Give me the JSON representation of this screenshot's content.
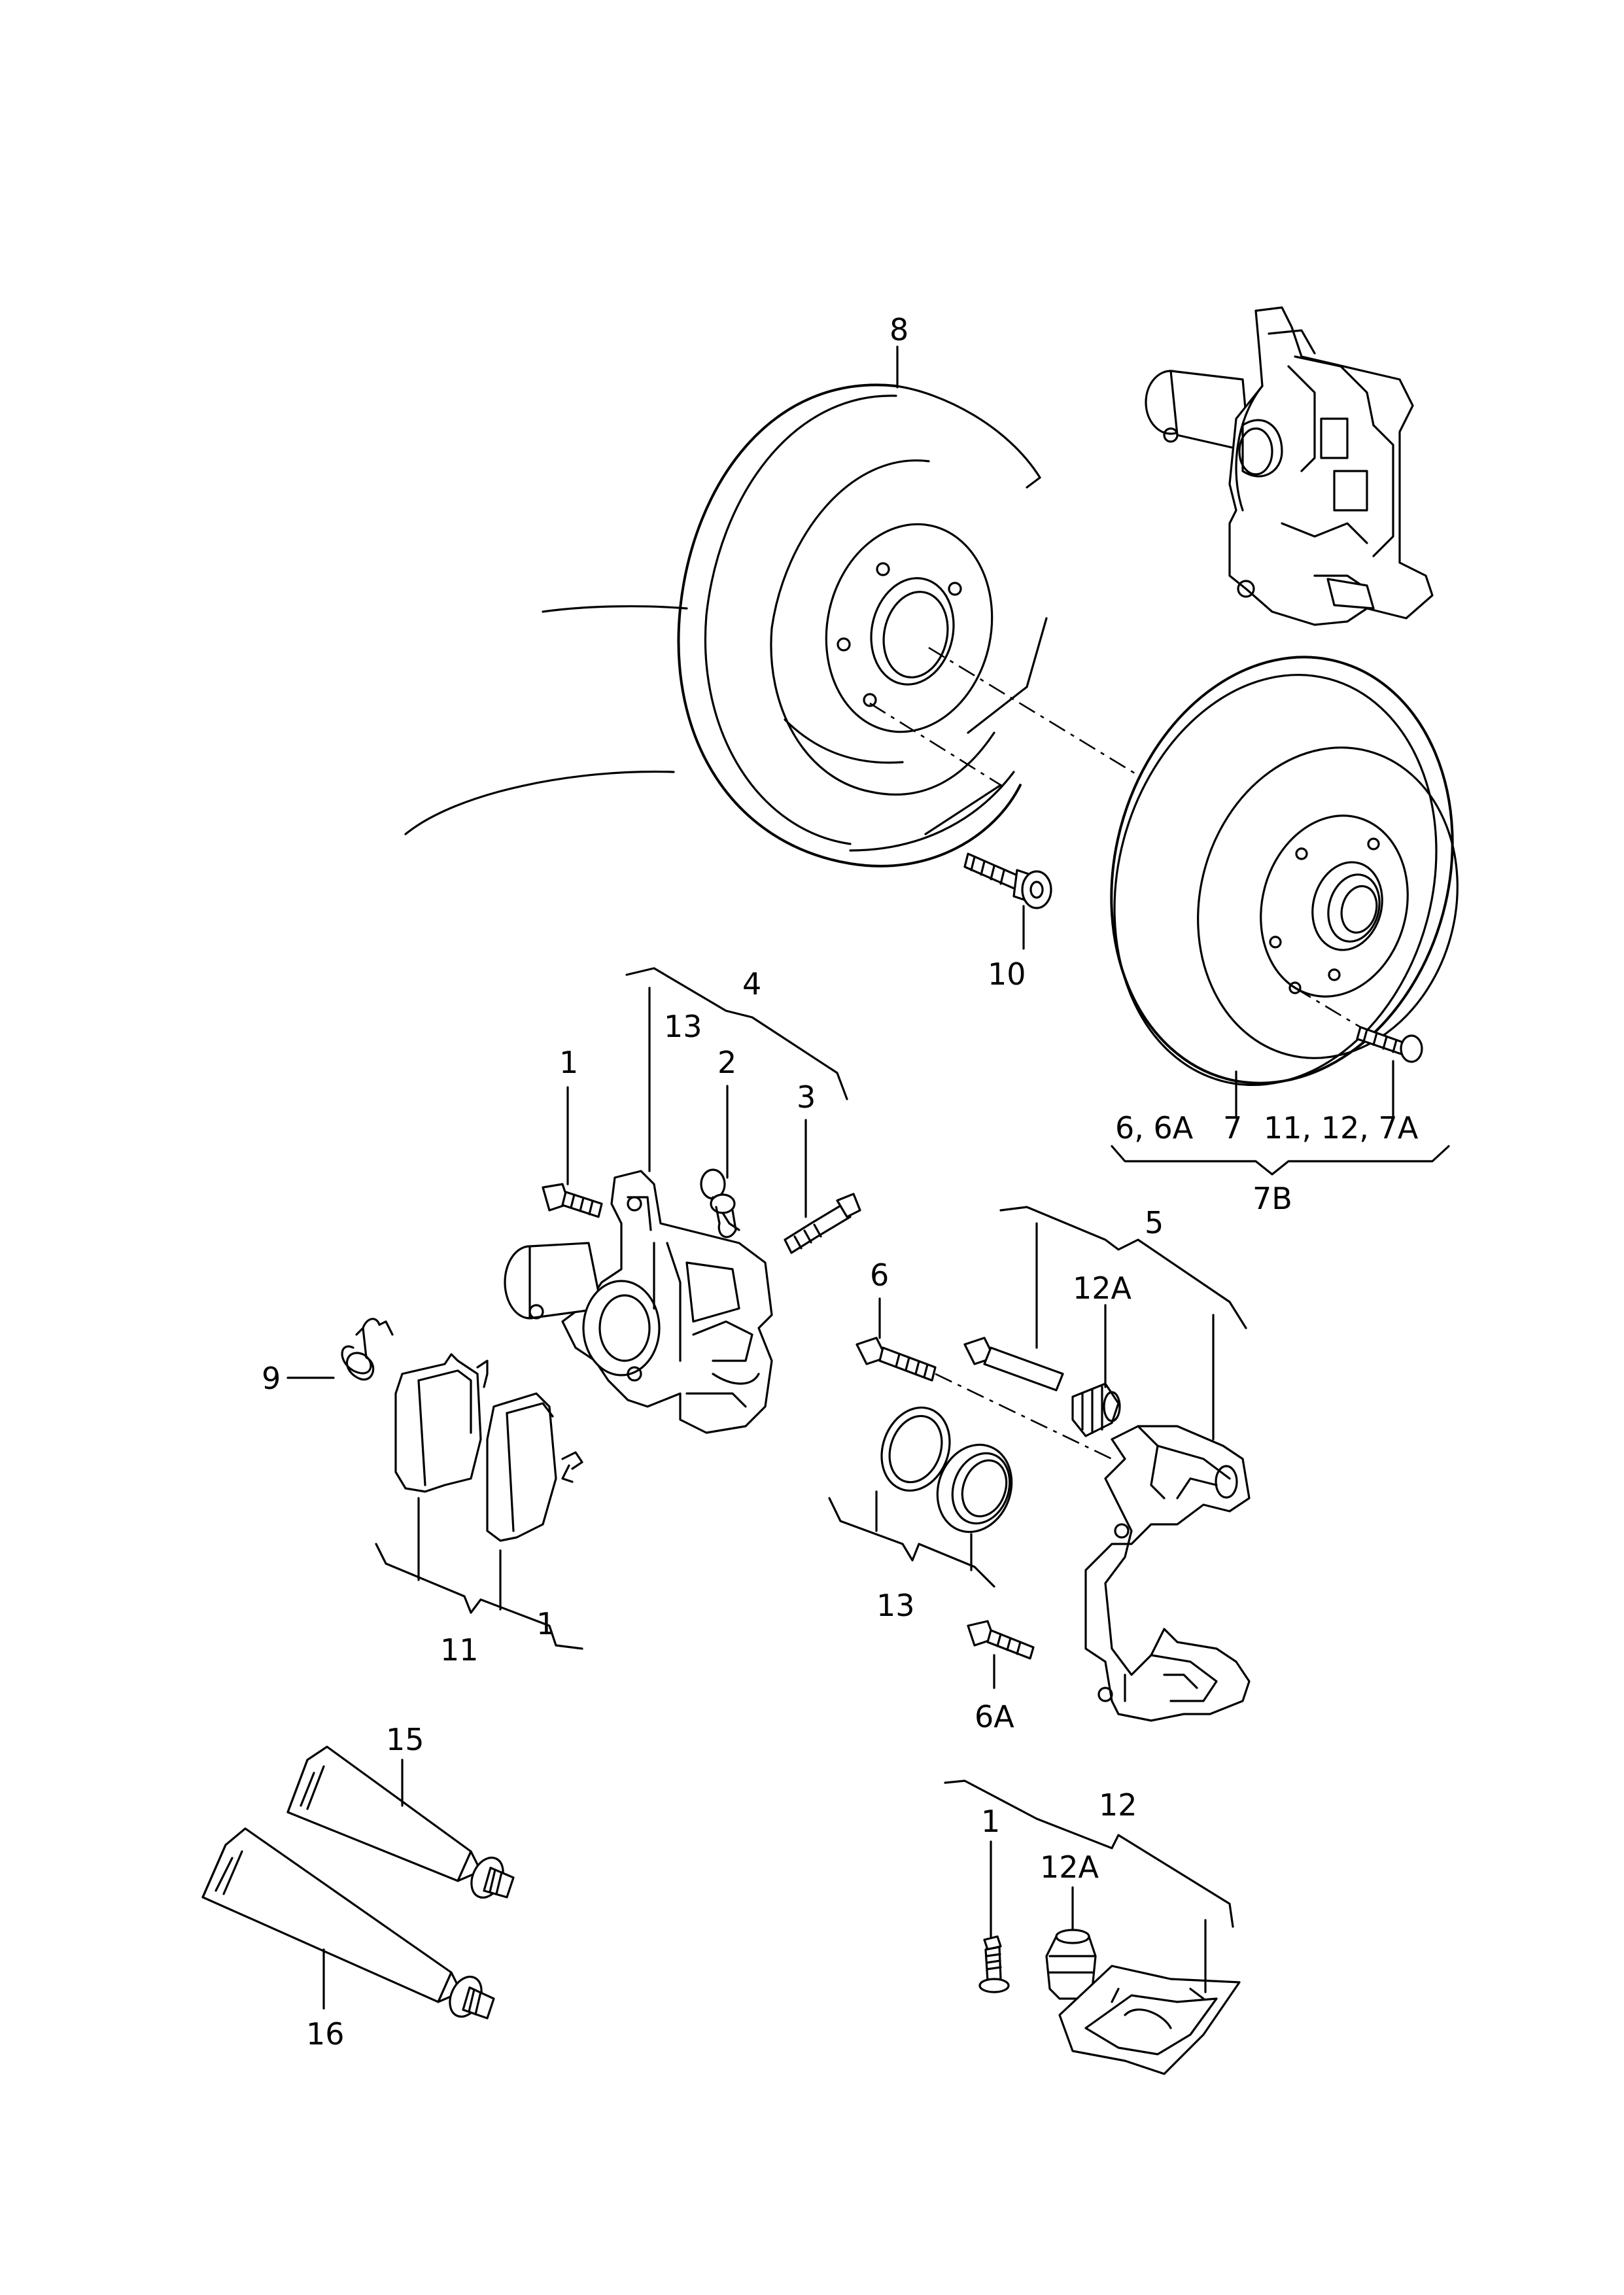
{
  "labels": {
    "l8": "8",
    "l10": "10",
    "l4": "4",
    "l13a": "13",
    "l1a": "1",
    "l2": "2",
    "l3": "3",
    "l9": "9",
    "l11": "11",
    "l1b": "1",
    "l6": "6",
    "l5": "5",
    "l12A_a": "12A",
    "l13b": "13",
    "l6A": "6A",
    "l6_6A": "6, 6A",
    "l7": "7",
    "l11_12_7A": "11, 12, 7A",
    "l7B": "7B",
    "l15": "15",
    "l16": "16",
    "l1c": "1",
    "l12": "12",
    "l12A_b": "12A"
  }
}
